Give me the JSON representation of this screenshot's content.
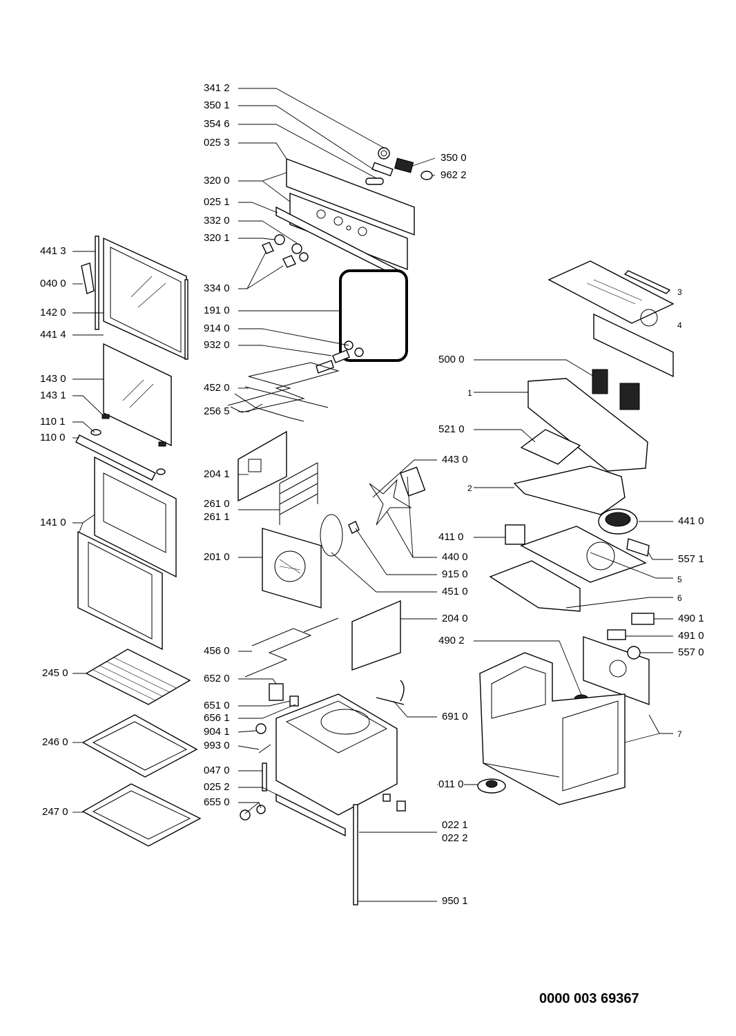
{
  "document_number": "0000 003 69367",
  "part_labels": {
    "p3412": "341 2",
    "p3501": "350 1",
    "p3546": "354 6",
    "p0253": "025 3",
    "p3500": "350 0",
    "p9622": "962 2",
    "p3200": "320 0",
    "p0251": "025 1",
    "p3320": "332 0",
    "p3201": "320 1",
    "p4413": "441 3",
    "p0400": "040 0",
    "p3340": "334 0",
    "p1910": "191 0",
    "p1420": "142 0",
    "p9140": "914 0",
    "p4414": "441 4",
    "p9320": "932 0",
    "p5000": "500 0",
    "p1430": "143 0",
    "p4520": "452 0",
    "p1431": "143 1",
    "p2565": "256 5",
    "p1101": "110 1",
    "p1100": "110 0",
    "p5210": "521 0",
    "p4430": "443 0",
    "p2041": "204 1",
    "p2610": "261 0",
    "p2611": "261 1",
    "p1410": "141 0",
    "p4410": "441 0",
    "p4110": "411 0",
    "p4400": "440 0",
    "p2010": "201 0",
    "p5571": "557 1",
    "p9150": "915 0",
    "p4510": "451 0",
    "p2040": "204 0",
    "p4901": "490 1",
    "p4902": "490 2",
    "p4910": "491 0",
    "p4560": "456 0",
    "p5570": "557 0",
    "p2450": "245 0",
    "p6520": "652 0",
    "p6510": "651 0",
    "p6561": "656 1",
    "p6910": "691 0",
    "p9041": "904 1",
    "p2460": "246 0",
    "p9930": "993 0",
    "p0470": "047 0",
    "p0252": "025 2",
    "p0110": "011 0",
    "p6550": "655 0",
    "p2470": "247 0",
    "p0221": "022 1",
    "p0222": "022 2",
    "p9501": "950 1",
    "n1": "1",
    "n2": "2",
    "n3": "3",
    "n4": "4",
    "n5": "5",
    "n6": "6",
    "n7": "7"
  }
}
